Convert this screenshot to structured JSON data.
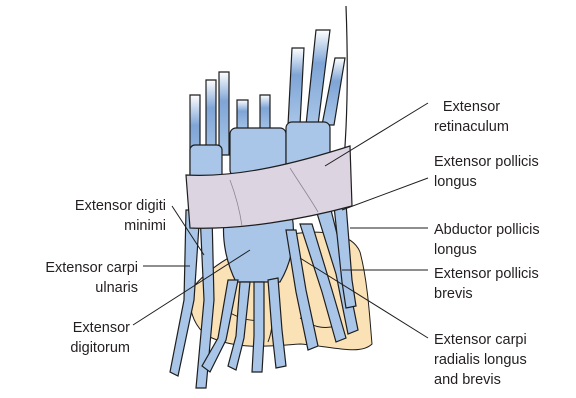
{
  "labels": {
    "extensor_retinaculum": [
      "Extensor",
      "retinaculum"
    ],
    "extensor_pollicis_longus": [
      "Extensor pollicis",
      "longus"
    ],
    "abductor_pollicis_longus": [
      "Abductor pollicis",
      "longus"
    ],
    "extensor_pollicis_brevis": [
      "Extensor pollicis",
      "brevis"
    ],
    "extensor_carpi_radialis": [
      "Extensor carpi",
      "radialis longus",
      "and brevis"
    ],
    "extensor_digiti_minimi": [
      "Extensor digiti",
      "minimi"
    ],
    "extensor_carpi_ulnaris": [
      "Extensor carpi",
      "ulnaris"
    ],
    "extensor_digitorum": [
      "Extensor",
      "digitorum"
    ]
  },
  "colors": {
    "tendon": "#a9c6e8",
    "tendon_dark": "#6f98cc",
    "retinaculum": "#ddd4e2",
    "bone": "#fbe1b6",
    "outline": "#1e1e1e"
  }
}
